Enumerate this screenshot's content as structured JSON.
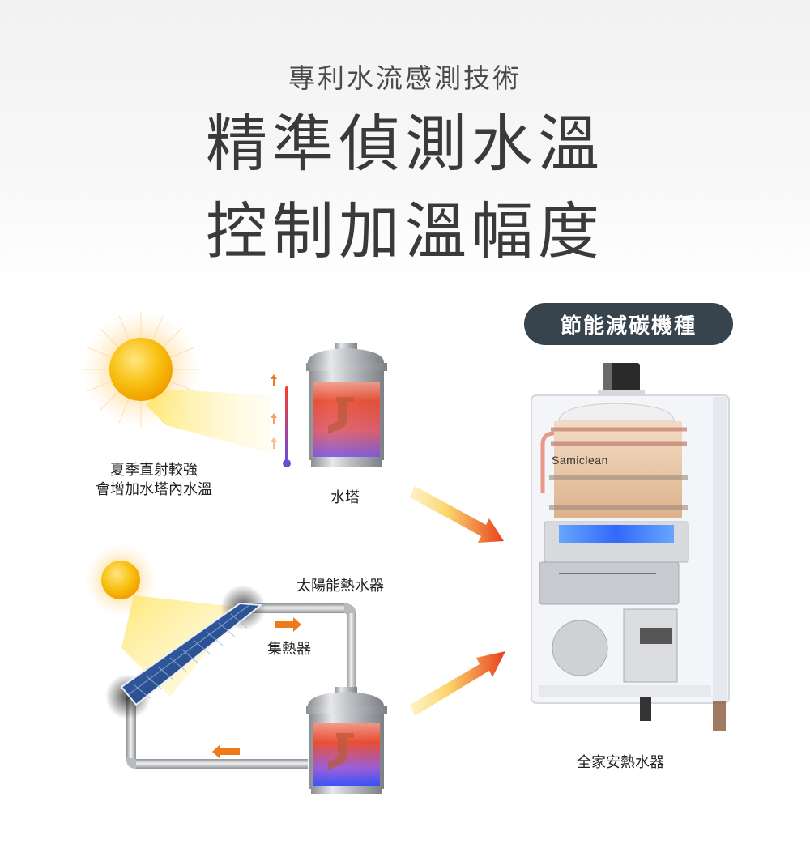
{
  "header": {
    "subtitle": "專利水流感測技術",
    "headline_line1": "精準偵測水溫",
    "headline_line2": "控制加溫幅度"
  },
  "badge": {
    "label": "節能減碳機種",
    "background": "#37434d"
  },
  "scene_water_tower": {
    "caption_line1": "夏季直射較強",
    "caption_line2": "會增加水塔內水溫",
    "tank_label": "水塔"
  },
  "scene_solar": {
    "title": "太陽能熱水器",
    "collector_label": "集熱器"
  },
  "heater": {
    "brand_text": "Samiclean",
    "label": "全家安熱水器"
  },
  "colors": {
    "sun": "#f6b400",
    "hot_water": "#e8452a",
    "cold_water": "#6a4bd8",
    "arrow_start": "#fde9a0",
    "arrow_end": "#e8401f",
    "flow_arrow": "#f07a1a",
    "solar_panel": "#2a4d8c"
  }
}
